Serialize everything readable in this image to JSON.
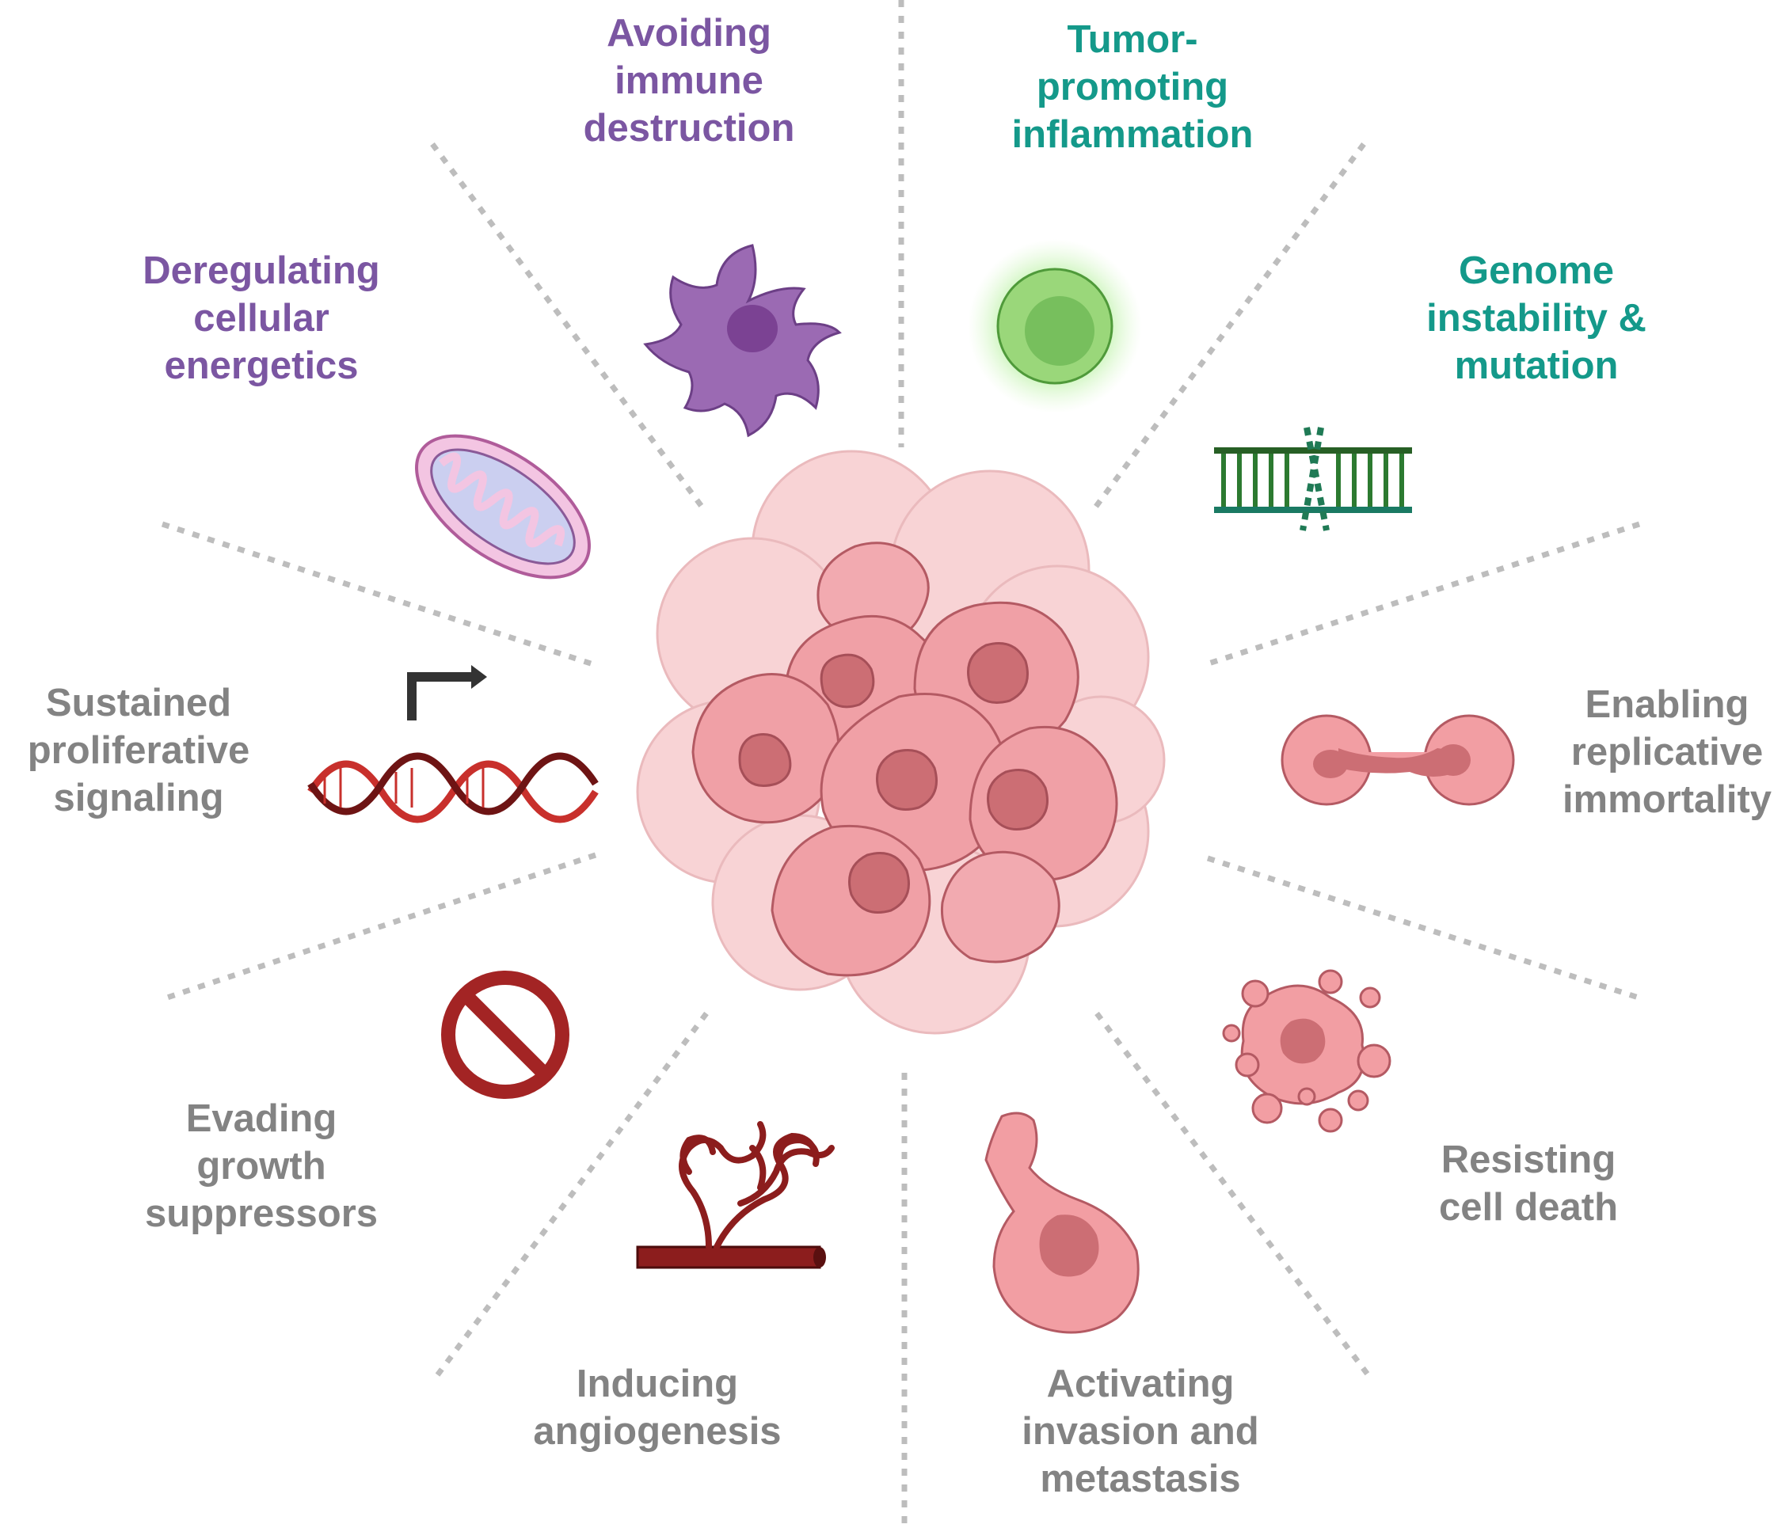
{
  "colors": {
    "purple": "#7b56a2",
    "teal": "#14998a",
    "gray": "#838383",
    "divider": "#bdbdbd",
    "cell_fill": "#f29ea3",
    "cell_stroke": "#b45a63",
    "nucleus": "#cc6e74",
    "dark_red": "#8c1d1d"
  },
  "hallmarks": {
    "immune": {
      "lines": [
        "Avoiding",
        "immune",
        "destruction"
      ],
      "color": "#7b56a2",
      "icon": "dendritic-cell"
    },
    "inflammation": {
      "lines": [
        "Tumor-",
        "promoting",
        "inflammation"
      ],
      "color": "#14998a",
      "icon": "glowing-immune-cell"
    },
    "genome": {
      "lines": [
        "Genome",
        "instability &",
        "mutation"
      ],
      "color": "#14998a",
      "icon": "broken-dna-ladder"
    },
    "immortality": {
      "lines": [
        "Enabling",
        "replicative",
        "immortality"
      ],
      "color": "#838383",
      "icon": "dividing-cell"
    },
    "death": {
      "lines": [
        "Resisting",
        "cell death"
      ],
      "color": "#838383",
      "icon": "apoptotic-cell"
    },
    "invasion": {
      "lines": [
        "Activating",
        "invasion and",
        "metastasis"
      ],
      "color": "#838383",
      "icon": "migrating-cell"
    },
    "angiogenesis": {
      "lines": [
        "Inducing",
        "angiogenesis"
      ],
      "color": "#838383",
      "icon": "blood-vessel"
    },
    "suppressors": {
      "lines": [
        "Evading",
        "growth",
        "suppressors"
      ],
      "color": "#838383",
      "icon": "prohibition-sign"
    },
    "proliferative": {
      "lines": [
        "Sustained",
        "proliferative",
        "signaling"
      ],
      "color": "#838383",
      "icon": "dna-with-arrow"
    },
    "energetics": {
      "lines": [
        "Deregulating",
        "cellular",
        "energetics"
      ],
      "color": "#7b56a2",
      "icon": "mitochondrion"
    }
  },
  "center_icon": "tumor-cell-cluster"
}
